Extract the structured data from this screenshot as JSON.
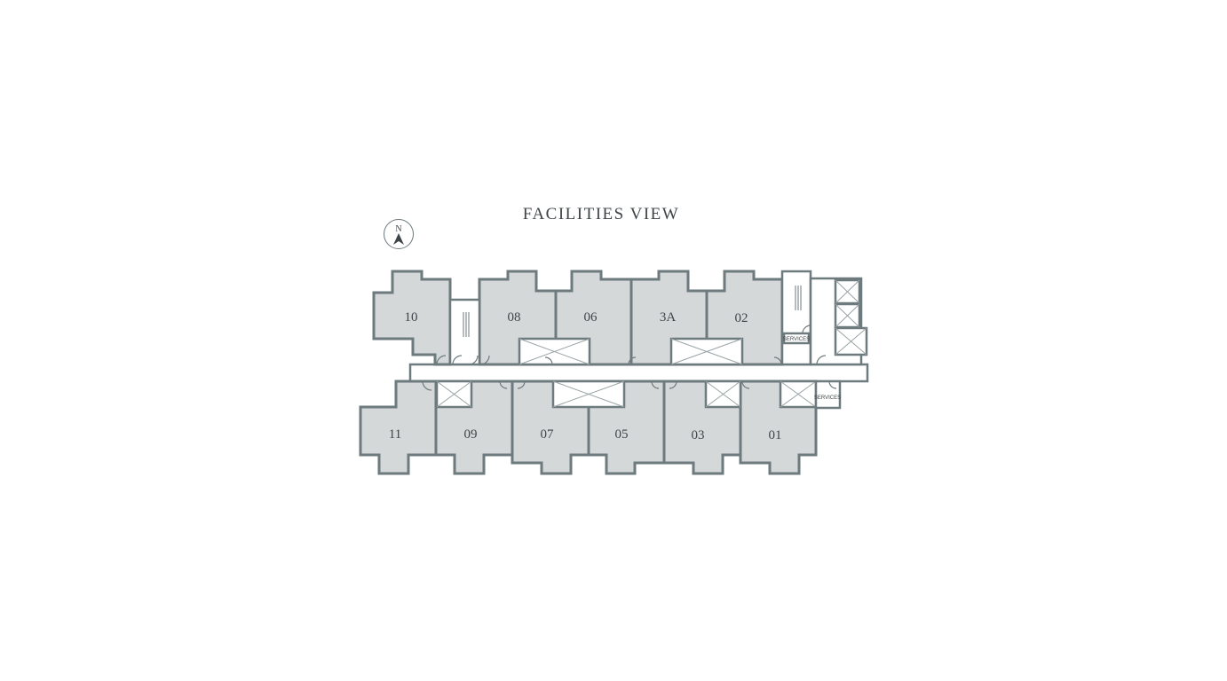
{
  "title": "FACILITIES VIEW",
  "compass": {
    "label": "N",
    "icon": "north-arrow-icon"
  },
  "units": {
    "u10": "10",
    "u08": "08",
    "u06": "06",
    "u3a": "3A",
    "u02": "02",
    "u11": "11",
    "u09": "09",
    "u07": "07",
    "u05": "05",
    "u03": "03",
    "u01": "01"
  },
  "services": {
    "upper": "SERVICES",
    "lower": "SERVICES"
  },
  "colors": {
    "unit_fill": "#d5d8d9",
    "wall": "#6d7a7e",
    "text": "#3e4548"
  }
}
